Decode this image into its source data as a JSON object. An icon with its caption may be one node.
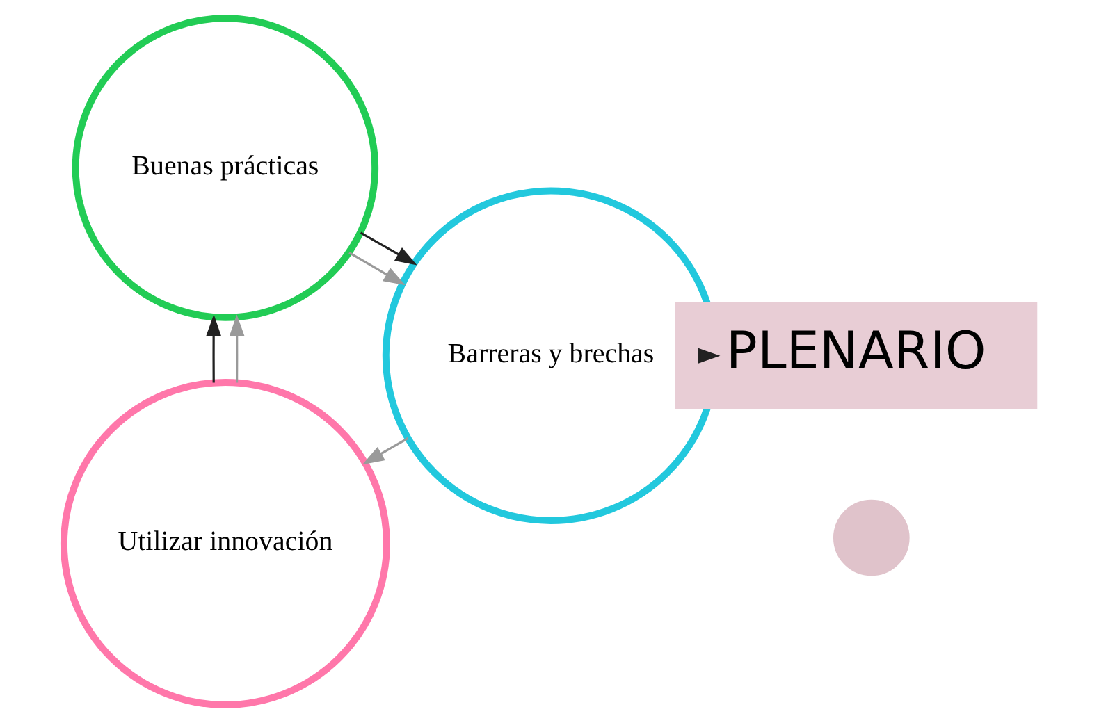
{
  "diagram": {
    "nodes": [
      {
        "text": [
          "Buenas prácticas"
        ]
      },
      {
        "text": [
          "Utilizar innovación"
        ]
      },
      {
        "text": [
          "Barreras y brechas"
        ]
      },
      {
        "text": [
          "PLENARIO"
        ]
      },
      {
        "text": [],
        "shape": "circle"
      }
    ],
    "edges": [
      {
        "from": 1,
        "to": 0,
        "arrow": "to"
      },
      {
        "from": 1,
        "to": 0,
        "arrow": "to",
        "color": "#9a9a9a"
      },
      {
        "from": 0,
        "to": 2,
        "arrow": "to"
      },
      {
        "from": 0,
        "to": 2,
        "arrow": "to",
        "color": "#9a9a9a"
      },
      {
        "from": 2,
        "to": 1,
        "arrow": "to",
        "color": "#9a9a9a"
      },
      {
        "from": 2,
        "to": 3,
        "arrow": "to"
      }
    ]
  }
}
